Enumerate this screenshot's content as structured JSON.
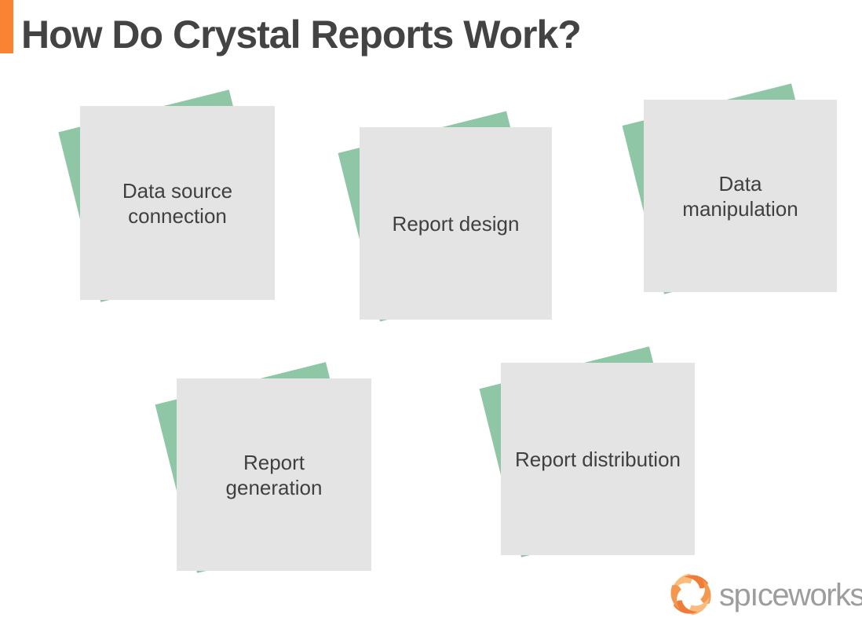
{
  "colors": {
    "accent": "#f98333",
    "titleText": "#434343",
    "cardFront": "#e4e4e4",
    "cardBack": "#8fc6a5",
    "cardText": "#404040",
    "logoText": "#9d9d9d",
    "logoDark": "#ef7d3a",
    "logoMid": "#f4984f",
    "logoLight": "#f9bc7d"
  },
  "header": {
    "title": "How Do Crystal Reports Work?"
  },
  "cards": [
    {
      "line1": "Data source",
      "line2": "connection"
    },
    {
      "line1": "Report design",
      "line2": ""
    },
    {
      "line1": "Data",
      "line2": "manipulation"
    },
    {
      "line1": "Report",
      "line2": "generation"
    },
    {
      "line1": "Report distribution",
      "line2": ""
    }
  ],
  "logo": {
    "wordmark": "spıceworks"
  }
}
